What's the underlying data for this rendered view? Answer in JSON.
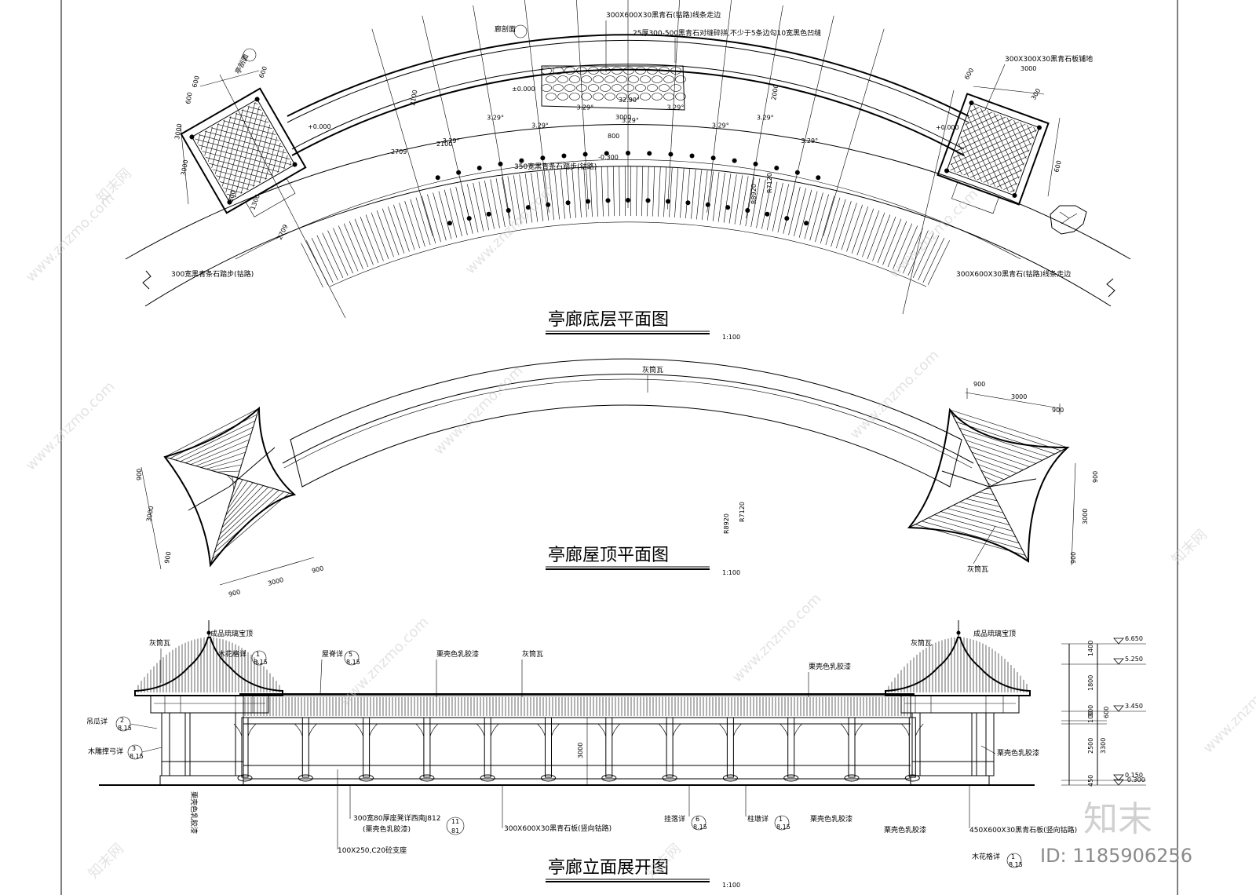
{
  "plan": {
    "title": "亭廊底层平面图",
    "scale": "1:100",
    "notes": {
      "paving_edge": "300X600X30黑青石(钴路)线条走边",
      "cobble": "25厚300-500黑青石对缝碎拼,不少于5条边勾10宽黑色凹缝",
      "square_paving": "300X300X30黑青石板铺地",
      "pavilion_section": "亭剖面",
      "corridor_section": "廊剖面",
      "step_350": "350宽黑青条石踏步(钴路)",
      "step_300": "300宽黑青条石踏步(钴路)",
      "paving_edge_right": "300X600X30黑青石(钴路)线条走边"
    },
    "levels": [
      "±0.000",
      "+0.000",
      "+0.000",
      "-0.300"
    ],
    "dims": [
      "3000",
      "3000",
      "600",
      "600",
      "600",
      "300",
      "1300",
      "2709",
      "2709",
      "2100",
      "2100",
      "2000",
      "800",
      "3000",
      "3000",
      "600",
      "600",
      "300"
    ],
    "radii": [
      "R8920",
      "R7120"
    ],
    "angles": [
      "3.29°",
      "3.29°",
      "3.29°",
      "3.29°",
      "3.29°",
      "3.29°",
      "3.29°",
      "3.29°",
      "3.29°",
      "32.90°"
    ]
  },
  "roof": {
    "title": "亭廊屋顶平面图",
    "scale": "1:100",
    "notes": {
      "tile": "灰筒瓦",
      "tile_right": "灰筒瓦"
    },
    "radii": [
      "R8920",
      "R7120"
    ],
    "dims": [
      "900",
      "3000",
      "900",
      "900",
      "3000",
      "900",
      "900",
      "3000",
      "900",
      "900",
      "3000",
      "900"
    ]
  },
  "elevation": {
    "title": "亭廊立面展开图",
    "scale": "1:100",
    "notes": {
      "tile_l": "灰筒瓦",
      "finial_l": "成品琉璃宝顶",
      "lattice_l": "木花格详",
      "ridge": "屋脊详",
      "paint_top": "栗壳色乳胶漆",
      "tile_mid": "灰筒瓦",
      "paint_top_r": "栗壳色乳胶漆",
      "tile_r": "灰筒瓦",
      "finial_r": "成品琉璃宝顶",
      "paint_right": "栗壳色乳胶漆",
      "hanging": "吊瓜详",
      "carved": "木雕撑弓详",
      "paint_bl": "栗壳色乳胶漆",
      "seat": "300宽80厚座凳详西南J812",
      "seat_sub": "(栗壳色乳胶漆)",
      "base": "100X250,C20砼支座",
      "slab": "300X600X30黑青石板(竖向钴路)",
      "beam": "挂落详",
      "column_base": "柱墩详",
      "paint_b1": "栗壳色乳胶漆",
      "paint_b2": "栗壳色乳胶漆",
      "slab_r": "450X600X30黑青石板(竖向钴路)",
      "lattice_br": "木花格详"
    },
    "refs": {
      "lattice": [
        "1",
        "8.15"
      ],
      "ridge": [
        "5",
        "8.15"
      ],
      "hanging": [
        "2",
        "8.15"
      ],
      "carved": [
        "3",
        "8.15"
      ],
      "seat": [
        "11",
        "81"
      ],
      "beam": [
        "6",
        "8.15"
      ],
      "column": [
        "1",
        "8.15"
      ],
      "lattice_br": [
        "1",
        "8.15"
      ]
    },
    "dim_3000": "3000",
    "levels": [
      "6.650",
      "5.250",
      "3.450",
      "0.150",
      "-0.300"
    ],
    "vdims": [
      "1400",
      "1800",
      "300",
      "100",
      "600",
      "2500",
      "3300",
      "450"
    ]
  },
  "watermark": {
    "site": "www.znzmo.com",
    "brand": "知末网",
    "logo": "知末",
    "id": "ID: 1185906256"
  }
}
